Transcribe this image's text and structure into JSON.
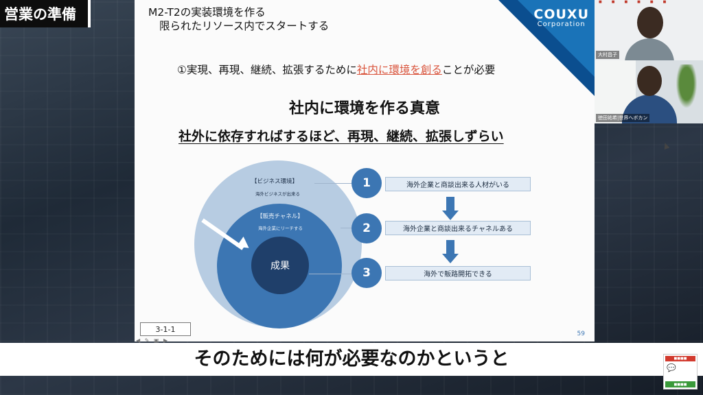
{
  "topic_label": "営業の準備",
  "slide": {
    "title_line1": "M2-T2の実装環境を作る",
    "title_line2": "限られたリソース内でスタートする",
    "brand_name": "COUXU",
    "brand_sub": "Corporation",
    "point_prefix": "①実現、再現、継続、拡張するために",
    "point_highlight": "社内に環境を創る",
    "point_suffix": "ことが必要",
    "heading": "社内に環境を作る真意",
    "subheading": "社外に依存すればするほど、再現、継続、拡張しずらい",
    "diagram": {
      "outer_label": "【ビジネス環境】",
      "outer_sub": "海外ビジネスが出来る",
      "mid_label": "【販売チャネル】",
      "mid_sub": "海外企業にリーチする",
      "inner_label": "成果"
    },
    "steps": [
      {
        "num": "1",
        "text": "海外企業と商談出来る人材がいる"
      },
      {
        "num": "2",
        "text": "海外企業と商談出来るチャネルある"
      },
      {
        "num": "3",
        "text": "海外で販路開拓できる"
      }
    ],
    "section_code": "3-1-1",
    "page_number": "59"
  },
  "participants": [
    {
      "name": "大村昌子"
    },
    {
      "name": "徳田祐希|世界へボカン"
    }
  ],
  "caption": "そのためには何が必要なのかというと",
  "colors": {
    "accent_blue": "#3c76b3",
    "dark_blue": "#1f3f6a",
    "light_blue": "#b7cce2",
    "highlight_red": "#d9533b"
  }
}
